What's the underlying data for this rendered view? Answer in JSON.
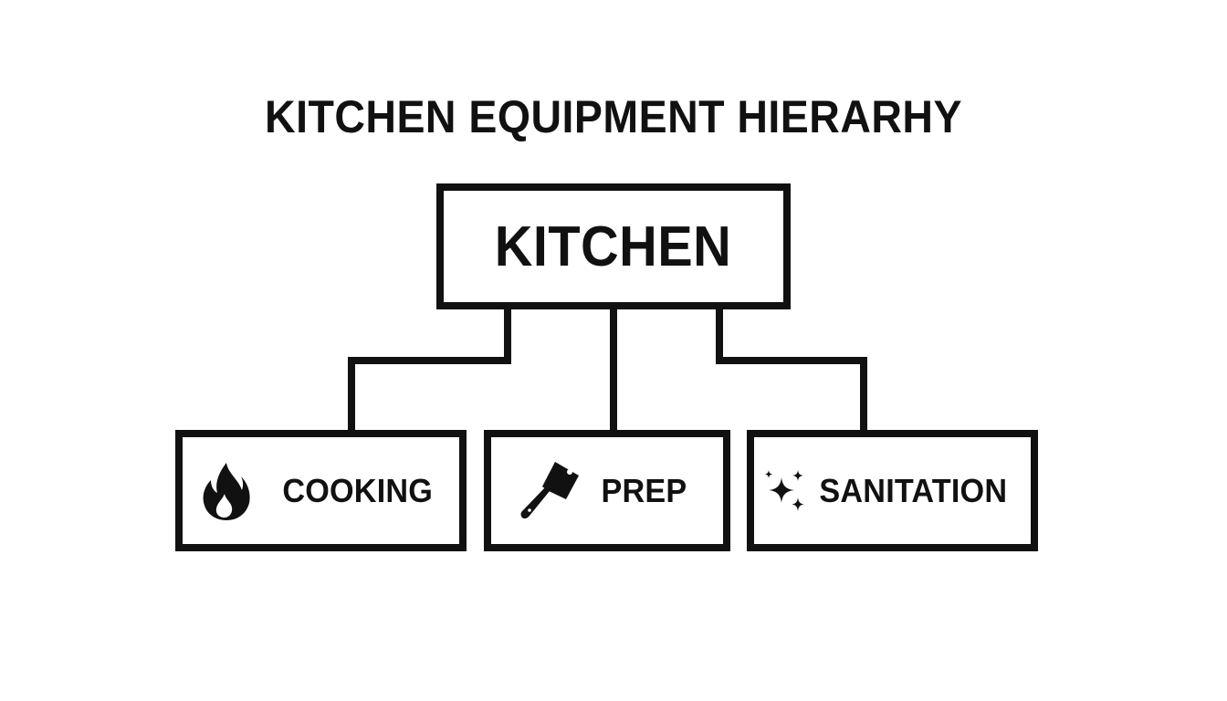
{
  "diagram": {
    "title": "KITCHEN EQUIPMENT HIERARHY",
    "root": {
      "label": "KITCHEN"
    },
    "children": [
      {
        "key": "cooking",
        "label": "COOKING",
        "icon": "fire-icon"
      },
      {
        "key": "prep",
        "label": "PREP",
        "icon": "cleaver-knife-icon"
      },
      {
        "key": "sanitation",
        "label": "SANITATION",
        "icon": "sparkles-icon"
      }
    ],
    "colors": {
      "stroke": "#111111",
      "background": "#ffffff"
    }
  }
}
